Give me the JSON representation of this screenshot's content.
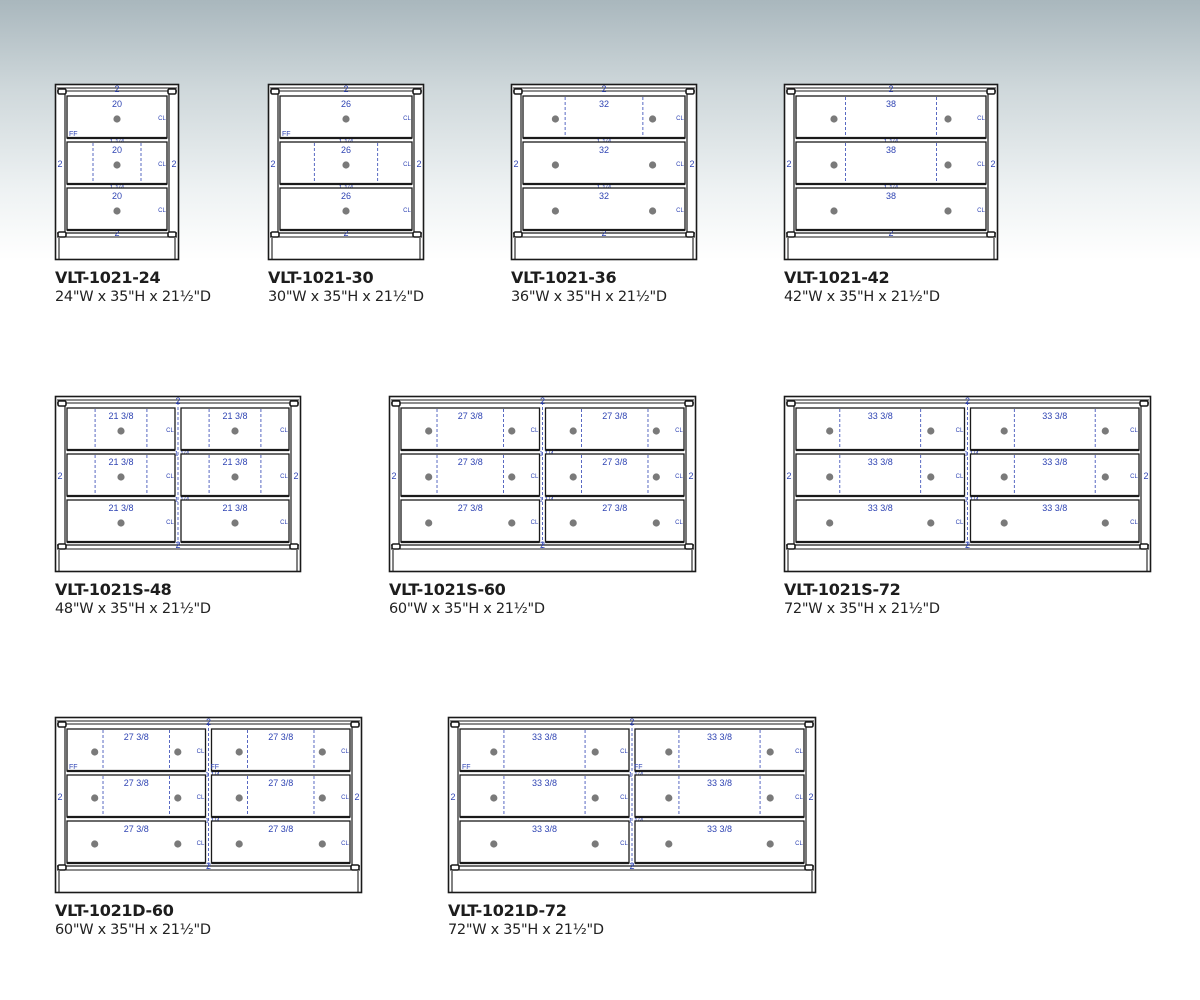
{
  "colors": {
    "line": "#1a1a1a",
    "dimension": "#2f44b3",
    "knob": "#7a7a7a"
  },
  "labels": {
    "side_dimension": "2",
    "cl_mark": "CL",
    "ff_mark": "FF",
    "gap_mark": "1 1/4"
  },
  "products": [
    {
      "model": "VLT-1021-24",
      "dimensions": "24\"W x 35\"H x 21½\"D",
      "sections": 1,
      "drawer_rows": 3,
      "drawer_label": "20",
      "knobs_per_drawer": 1,
      "interior_partitions": [
        false,
        true,
        false
      ],
      "ff_marks": true
    },
    {
      "model": "VLT-1021-30",
      "dimensions": "30\"W x 35\"H x 21½\"D",
      "sections": 1,
      "drawer_rows": 3,
      "drawer_label": "26",
      "knobs_per_drawer": 1,
      "interior_partitions": [
        false,
        true,
        false
      ],
      "ff_marks": true
    },
    {
      "model": "VLT-1021-36",
      "dimensions": "36\"W x 35\"H x 21½\"D",
      "sections": 1,
      "drawer_rows": 3,
      "drawer_label": "32",
      "knobs_per_drawer": 2,
      "interior_partitions": [
        true,
        false,
        false
      ],
      "ff_marks": false
    },
    {
      "model": "VLT-1021-42",
      "dimensions": "42\"W x 35\"H x 21½\"D",
      "sections": 1,
      "drawer_rows": 3,
      "drawer_label": "38",
      "knobs_per_drawer": 2,
      "interior_partitions": [
        true,
        true,
        false
      ],
      "ff_marks": false
    },
    {
      "model": "VLT-1021S-48",
      "dimensions": "48\"W x 35\"H x 21½\"D",
      "sections": 2,
      "drawer_rows": 3,
      "drawer_label": "21 3/8",
      "knobs_per_drawer": 1,
      "interior_partitions": [
        true,
        true,
        false
      ],
      "ff_marks": false
    },
    {
      "model": "VLT-1021S-60",
      "dimensions": "60\"W x 35\"H x 21½\"D",
      "sections": 2,
      "drawer_rows": 3,
      "drawer_label": "27 3/8",
      "knobs_per_drawer": 2,
      "interior_partitions": [
        true,
        true,
        false
      ],
      "ff_marks": false
    },
    {
      "model": "VLT-1021S-72",
      "dimensions": "72\"W x 35\"H x 21½\"D",
      "sections": 2,
      "drawer_rows": 3,
      "drawer_label": "33 3/8",
      "knobs_per_drawer": 2,
      "interior_partitions": [
        true,
        true,
        false
      ],
      "ff_marks": false
    },
    {
      "model": "VLT-1021D-60",
      "dimensions": "60\"W x 35\"H x 21½\"D",
      "sections": 2,
      "drawer_rows": 3,
      "drawer_label": "27 3/8",
      "knobs_per_drawer": 2,
      "interior_partitions": [
        true,
        true,
        false
      ],
      "ff_marks": true
    },
    {
      "model": "VLT-1021D-72",
      "dimensions": "72\"W x 35\"H x 21½\"D",
      "sections": 2,
      "drawer_rows": 3,
      "drawer_label": "33 3/8",
      "knobs_per_drawer": 2,
      "interior_partitions": [
        true,
        true,
        false
      ],
      "ff_marks": true
    }
  ]
}
